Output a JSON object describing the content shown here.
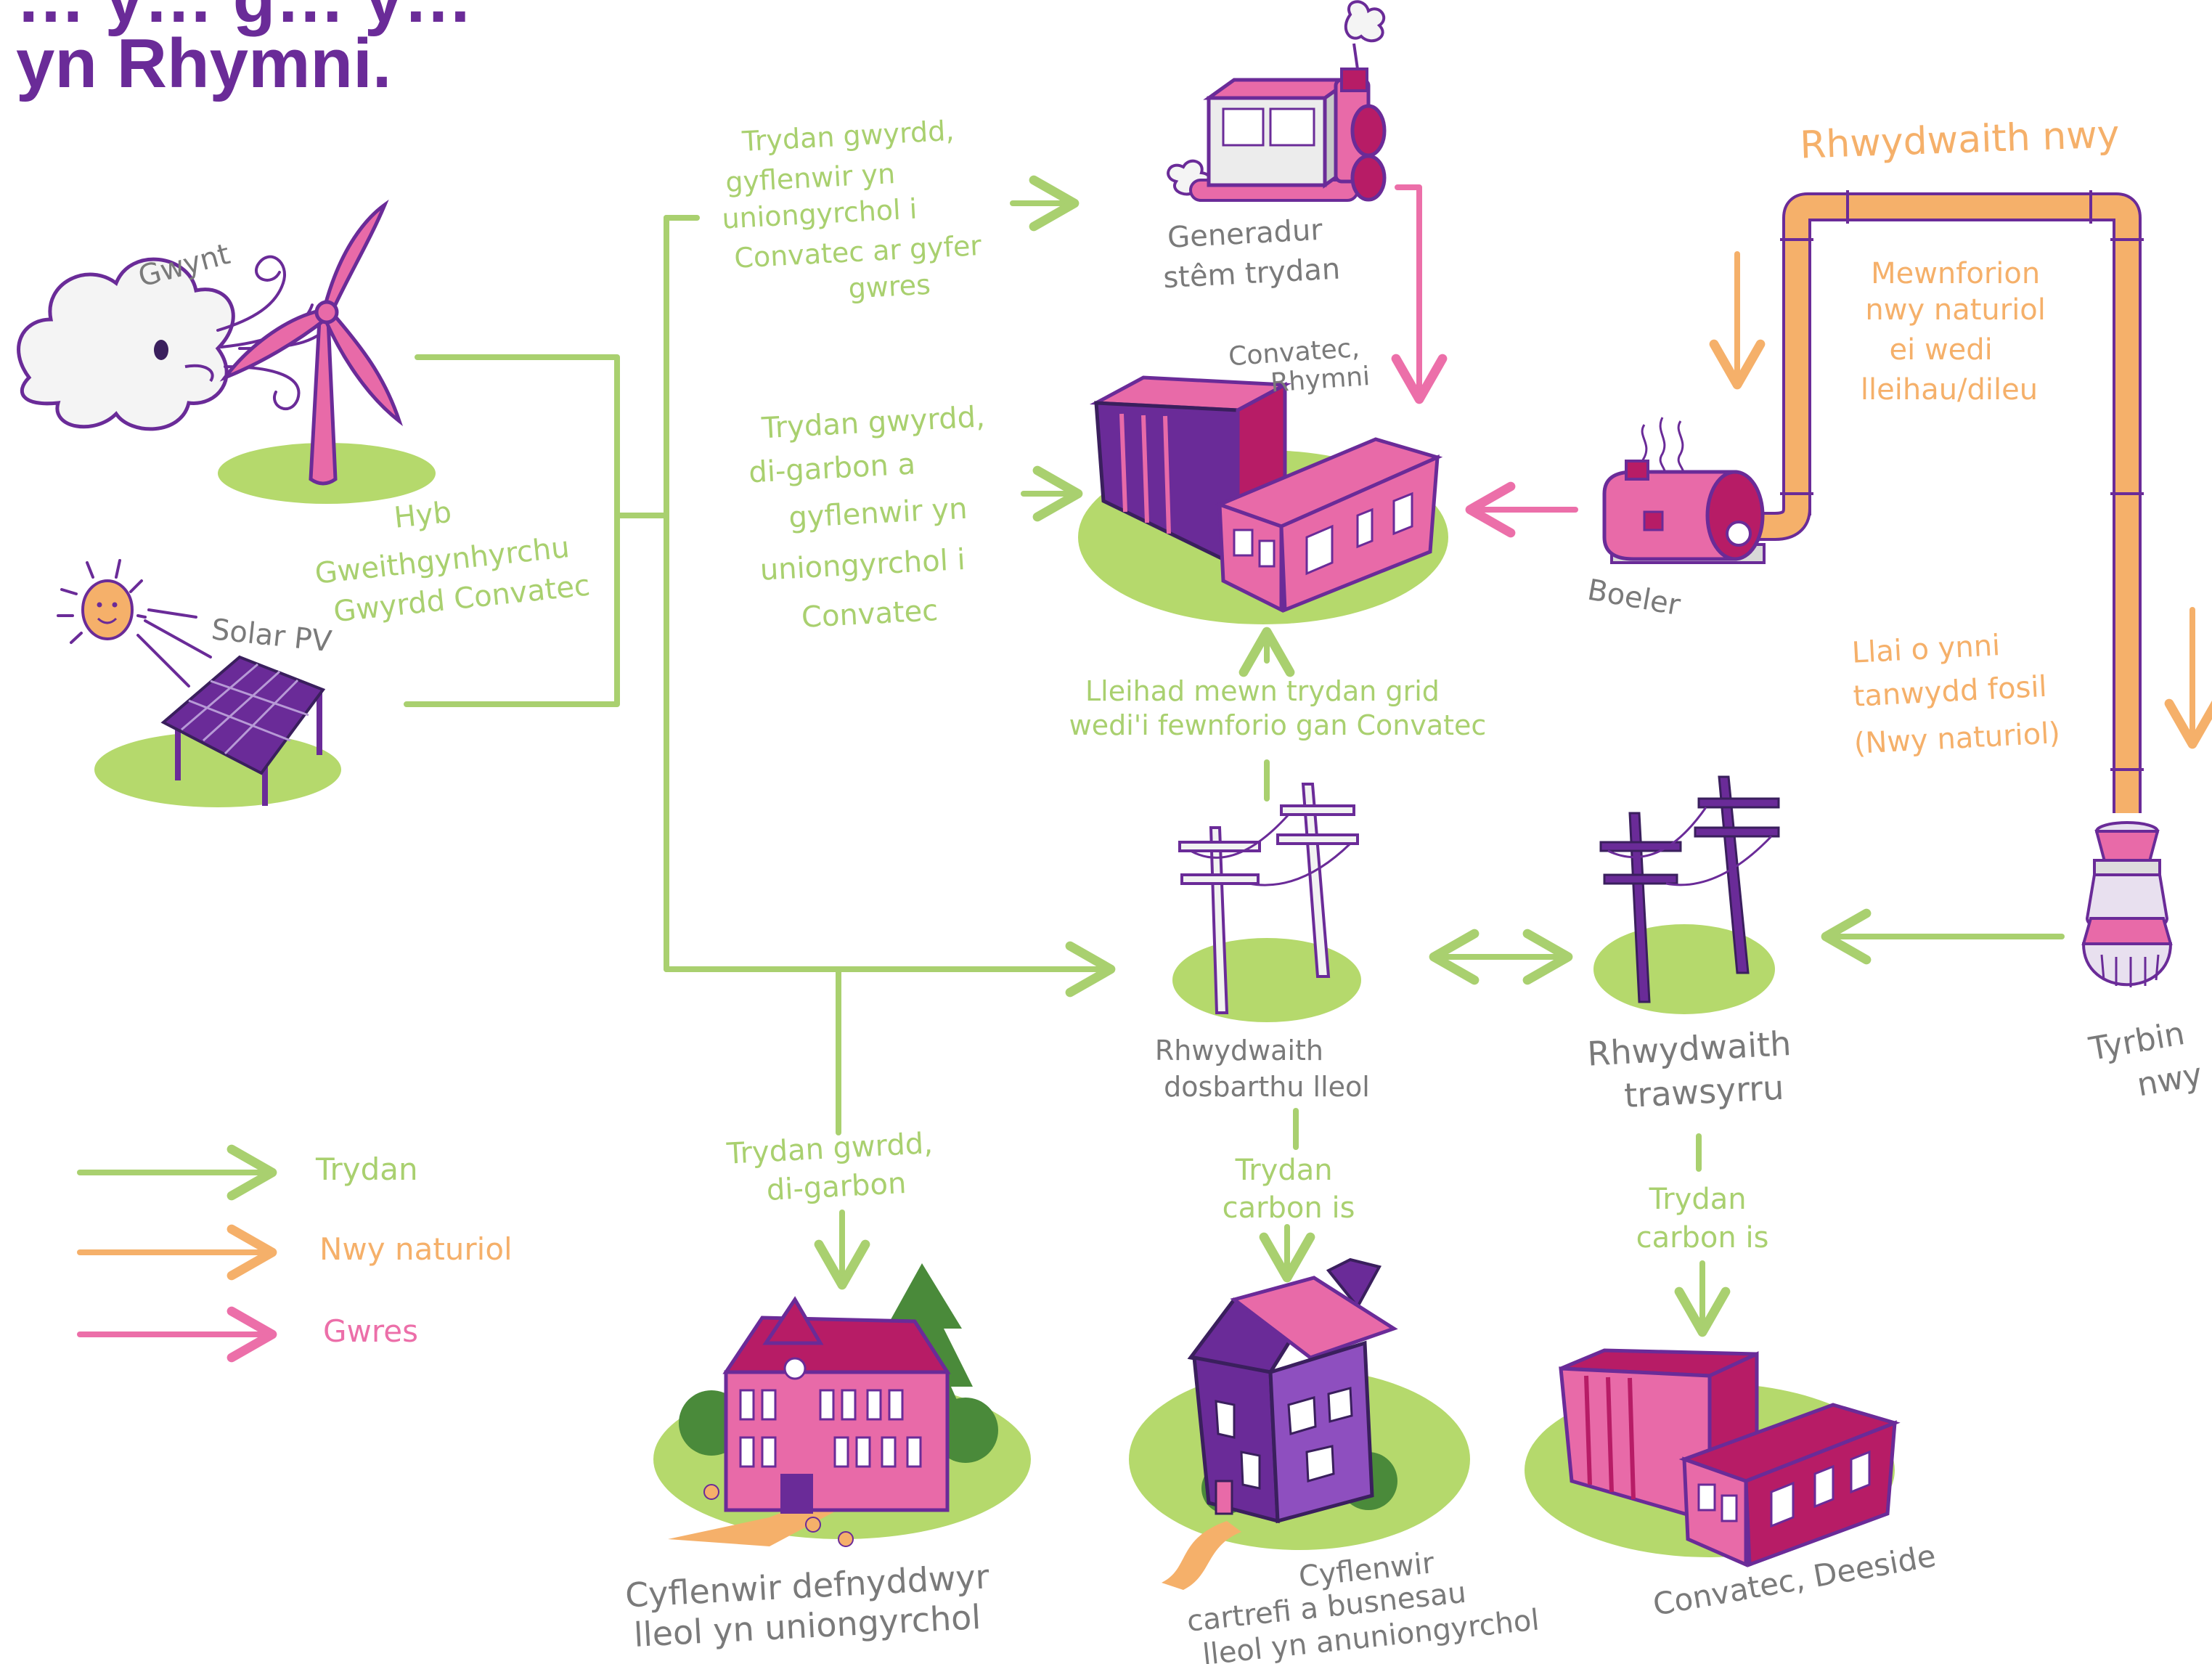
{
  "title": {
    "line1": "… y… g… y…",
    "line2": "yn Rhymni."
  },
  "colors": {
    "electricity": "#a9d06f",
    "gas": "#f5b06a",
    "heat": "#ec6fa9",
    "purple": "#6a2b98",
    "pink": "#e86aa8",
    "grass": "#b5d96c",
    "grey_text": "#7a7a7a"
  },
  "labels": {
    "wind": "Gwynt",
    "hub": [
      "Hyb",
      "Gweithgynhyrchu",
      "Gwyrdd Convatec"
    ],
    "solar": "Solar PV",
    "green_direct_heat": [
      "Trydan gwyrdd,",
      "gyflenwir yn",
      "uniongyrchol i",
      "Convatec ar gyfer",
      "gwres"
    ],
    "green_direct": [
      "Trydan gwyrdd,",
      "di-garbon a",
      "gyflenwir yn",
      "uniongyrchol i",
      "Convatec"
    ],
    "generator": [
      "Generadur",
      "stêm trydan"
    ],
    "convatec_rhymni": [
      "Convatec,",
      "Rhymni"
    ],
    "gas_network": "Rhwydwaith nwy",
    "gas_imports": [
      "Mewnforion",
      "nwy naturiol",
      "ei wedi",
      "lleihau/dileu"
    ],
    "boiler": "Boeler",
    "less_fossil": [
      "Llai o ynni",
      "tanwydd fosil",
      "(Nwy naturiol)"
    ],
    "grid_reduction": [
      "Lleihad mewn trydan grid",
      "wedi'i fewnforio gan Convatec"
    ],
    "gas_turbine": [
      "Tyrbin",
      "nwy"
    ],
    "local_network": [
      "Rhwydwaith",
      "dosbarthu lleol"
    ],
    "transmission": [
      "Rhwydwaith",
      "trawsyrru"
    ],
    "green_zero_carbon": [
      "Trydan gwrdd,",
      "di-garbon"
    ],
    "lower_carbon_1": [
      "Trydan",
      "carbon is"
    ],
    "lower_carbon_2": [
      "Trydan",
      "carbon is"
    ],
    "local_users": [
      "Cyflenwir defnyddwyr",
      "lleol yn uniongyrchol"
    ],
    "homes": [
      "Cyflenwir",
      "cartrefi a busnesau",
      "lleol yn anuniongyrchol"
    ],
    "deeside": "Convatec, Deeside"
  },
  "legend": [
    {
      "label": "Trydan",
      "color": "#a9d06f"
    },
    {
      "label": "Nwy naturiol",
      "color": "#f5b06a"
    },
    {
      "label": "Gwres",
      "color": "#ec6fa9"
    }
  ]
}
